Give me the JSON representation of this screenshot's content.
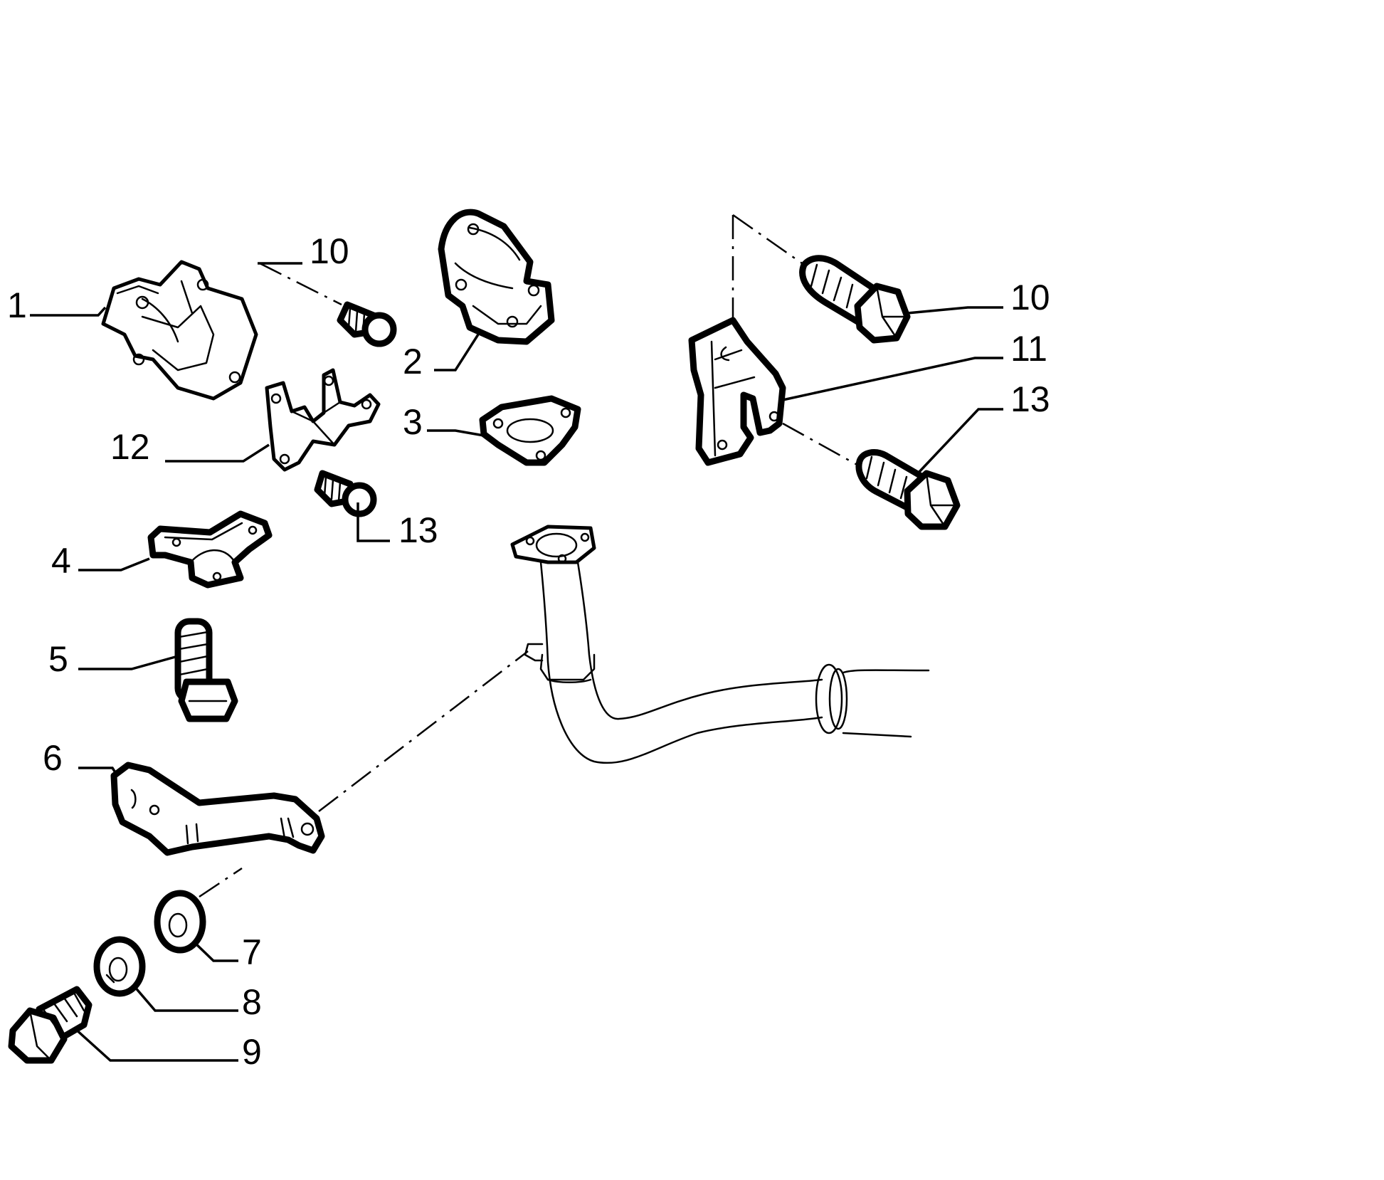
{
  "diagram": {
    "callouts": [
      {
        "id": "c1",
        "label": "1"
      },
      {
        "id": "c2",
        "label": "2"
      },
      {
        "id": "c3",
        "label": "3"
      },
      {
        "id": "c4",
        "label": "4"
      },
      {
        "id": "c5",
        "label": "5"
      },
      {
        "id": "c6",
        "label": "6"
      },
      {
        "id": "c7",
        "label": "7"
      },
      {
        "id": "c8",
        "label": "8"
      },
      {
        "id": "c9",
        "label": "9"
      },
      {
        "id": "c10a",
        "label": "10"
      },
      {
        "id": "c10b",
        "label": "10"
      },
      {
        "id": "c11",
        "label": "11"
      },
      {
        "id": "c12",
        "label": "12"
      },
      {
        "id": "c13a",
        "label": "13"
      },
      {
        "id": "c13b",
        "label": "13"
      }
    ]
  },
  "colors": {
    "ink": "#000000",
    "paper": "#ffffff"
  }
}
